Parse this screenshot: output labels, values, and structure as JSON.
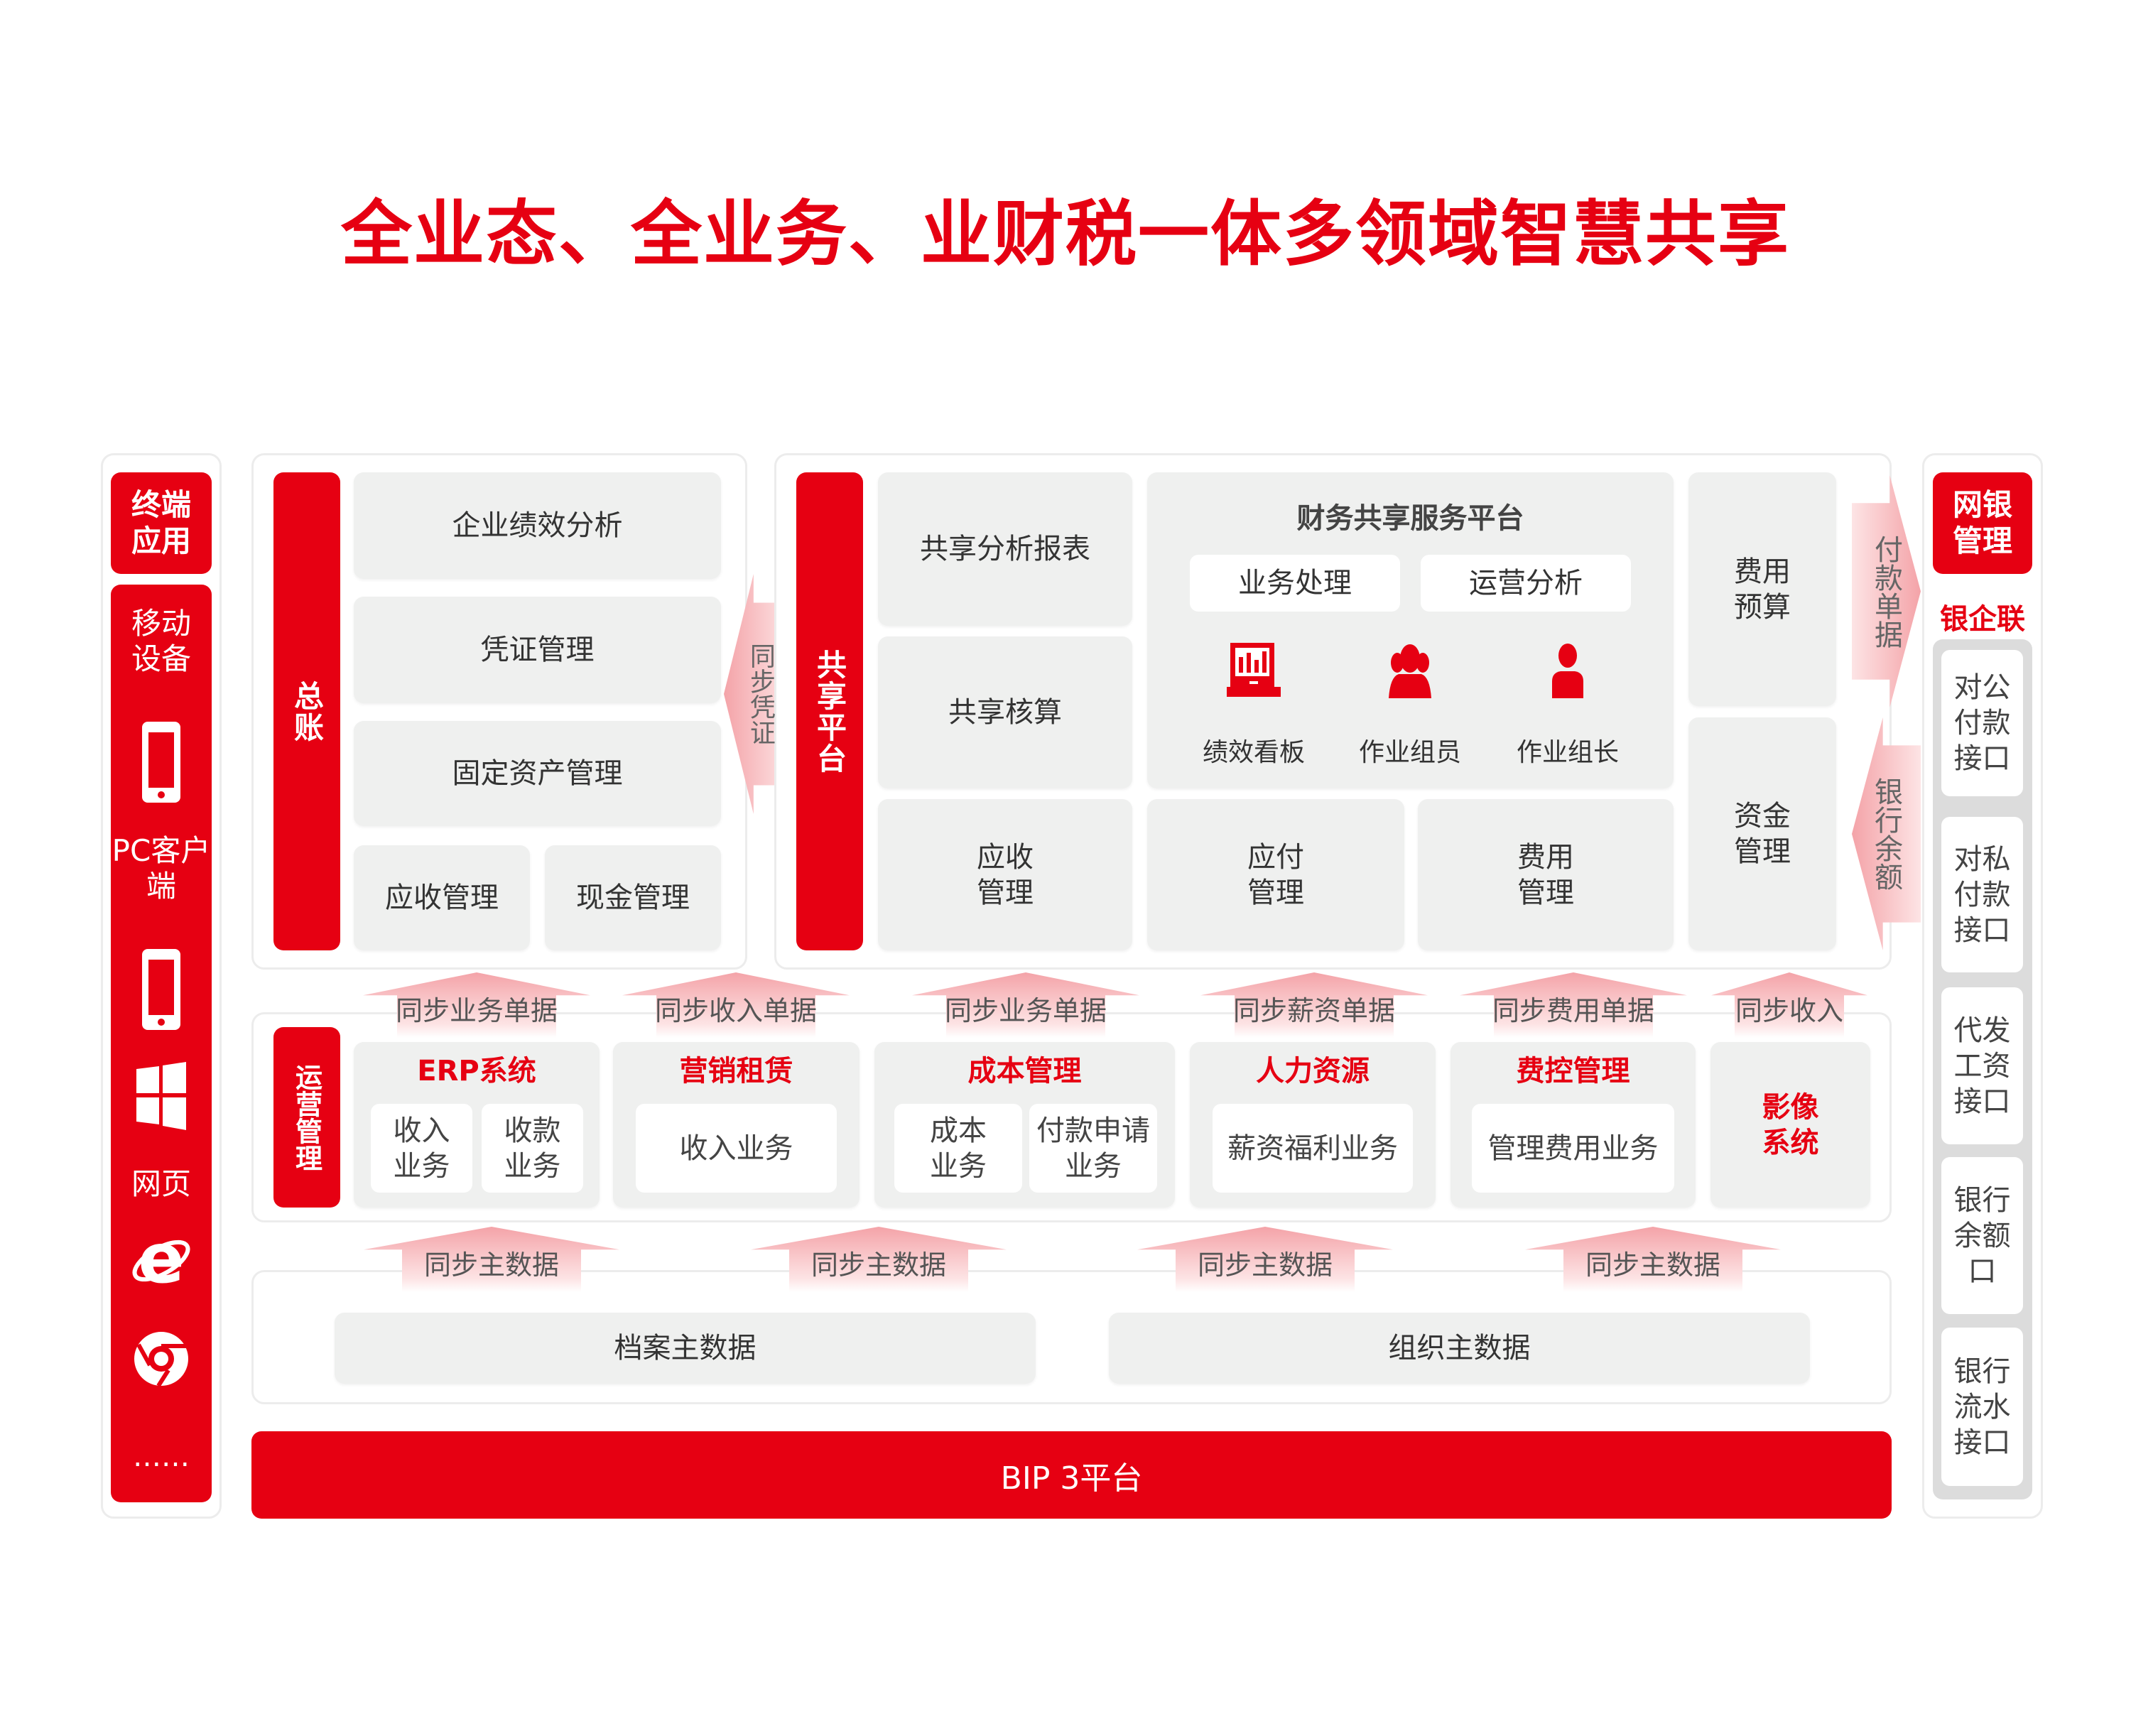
{
  "title": "全业态、全业务、业财税一体多领域智慧共享",
  "terminal": {
    "header": "终端应用",
    "mobile": "移动设备",
    "pc": "PC客户端",
    "web": "网页",
    "more": "……"
  },
  "ledger": {
    "label": "总账",
    "items": [
      "企业绩效分析",
      "凭证管理",
      "固定资产管理",
      "应收管理",
      "现金管理"
    ],
    "sync_arrow": "同步凭证"
  },
  "shared": {
    "label": "共享平台",
    "report": "共享分析报表",
    "accounting": "共享核算",
    "receivable": "应收管理",
    "platform_title": "财务共享服务平台",
    "btn_business": "业务处理",
    "btn_ops": "运营分析",
    "icons": [
      {
        "icon": "dashboard-icon",
        "label": "绩效看板"
      },
      {
        "icon": "group-icon",
        "label": "作业组员"
      },
      {
        "icon": "person-icon",
        "label": "作业组长"
      }
    ],
    "payable": "应付管理",
    "expense": "费用管理",
    "budget": "费用预算",
    "funds": "资金管理",
    "pay_arrow": "付款单据",
    "balance_arrow": "银行余额"
  },
  "bank": {
    "header": "网银管理",
    "subheader": "银企联",
    "items": [
      "对公付款接口",
      "对私付款接口",
      "代发工资接口",
      "银行余额口",
      "银行流水接口"
    ]
  },
  "sync_row1": [
    "同步业务单据",
    "同步收入单据",
    "同步业务单据",
    "同步薪资单据",
    "同步费用单据",
    "同步收入"
  ],
  "ops": {
    "label": "运营管理",
    "systems": [
      {
        "name": "ERP系统",
        "subs": [
          "收入业务",
          "收款业务"
        ]
      },
      {
        "name": "营销租赁",
        "subs": [
          "收入业务"
        ]
      },
      {
        "name": "成本管理",
        "subs": [
          "成本业务",
          "付款申请业务"
        ]
      },
      {
        "name": "人力资源",
        "subs": [
          "薪资福利业务"
        ]
      },
      {
        "name": "费控管理",
        "subs": [
          "管理费用业务"
        ]
      },
      {
        "name": "影像系统",
        "subs": []
      }
    ]
  },
  "sync_row2": [
    "同步主数据",
    "同步主数据",
    "同步主数据",
    "同步主数据"
  ],
  "master": {
    "archive": "档案主数据",
    "org": "组织主数据"
  },
  "platform": "BIP 3平台",
  "colors": {
    "brand": "#e60012",
    "panel": "#eff0ef"
  }
}
